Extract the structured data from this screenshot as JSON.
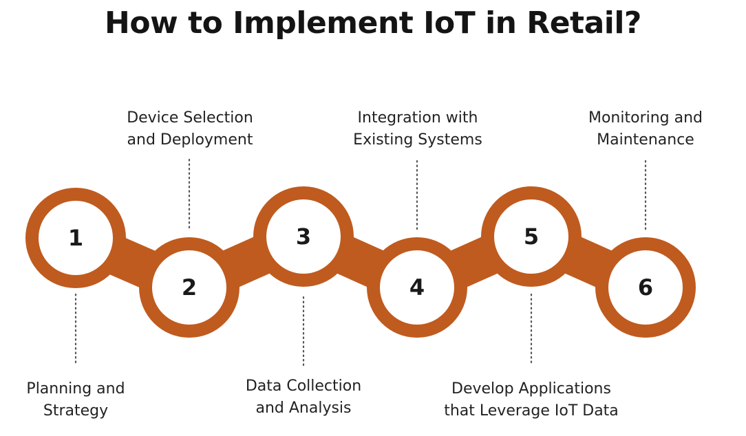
{
  "title": "How to Implement IoT in Retail?",
  "colors": {
    "ring": "#bf5b1f",
    "text": "#222222",
    "dots": "#555555"
  },
  "steps": [
    {
      "number": "1",
      "label": "Planning and\nStrategy"
    },
    {
      "number": "2",
      "label": "Device Selection\nand Deployment"
    },
    {
      "number": "3",
      "label": "Data Collection\nand Analysis"
    },
    {
      "number": "4",
      "label": "Integration with\nExisting Systems"
    },
    {
      "number": "5",
      "label": "Develop Applications\nthat Leverage IoT Data"
    },
    {
      "number": "6",
      "label": "Monitoring and\nMaintenance"
    }
  ]
}
